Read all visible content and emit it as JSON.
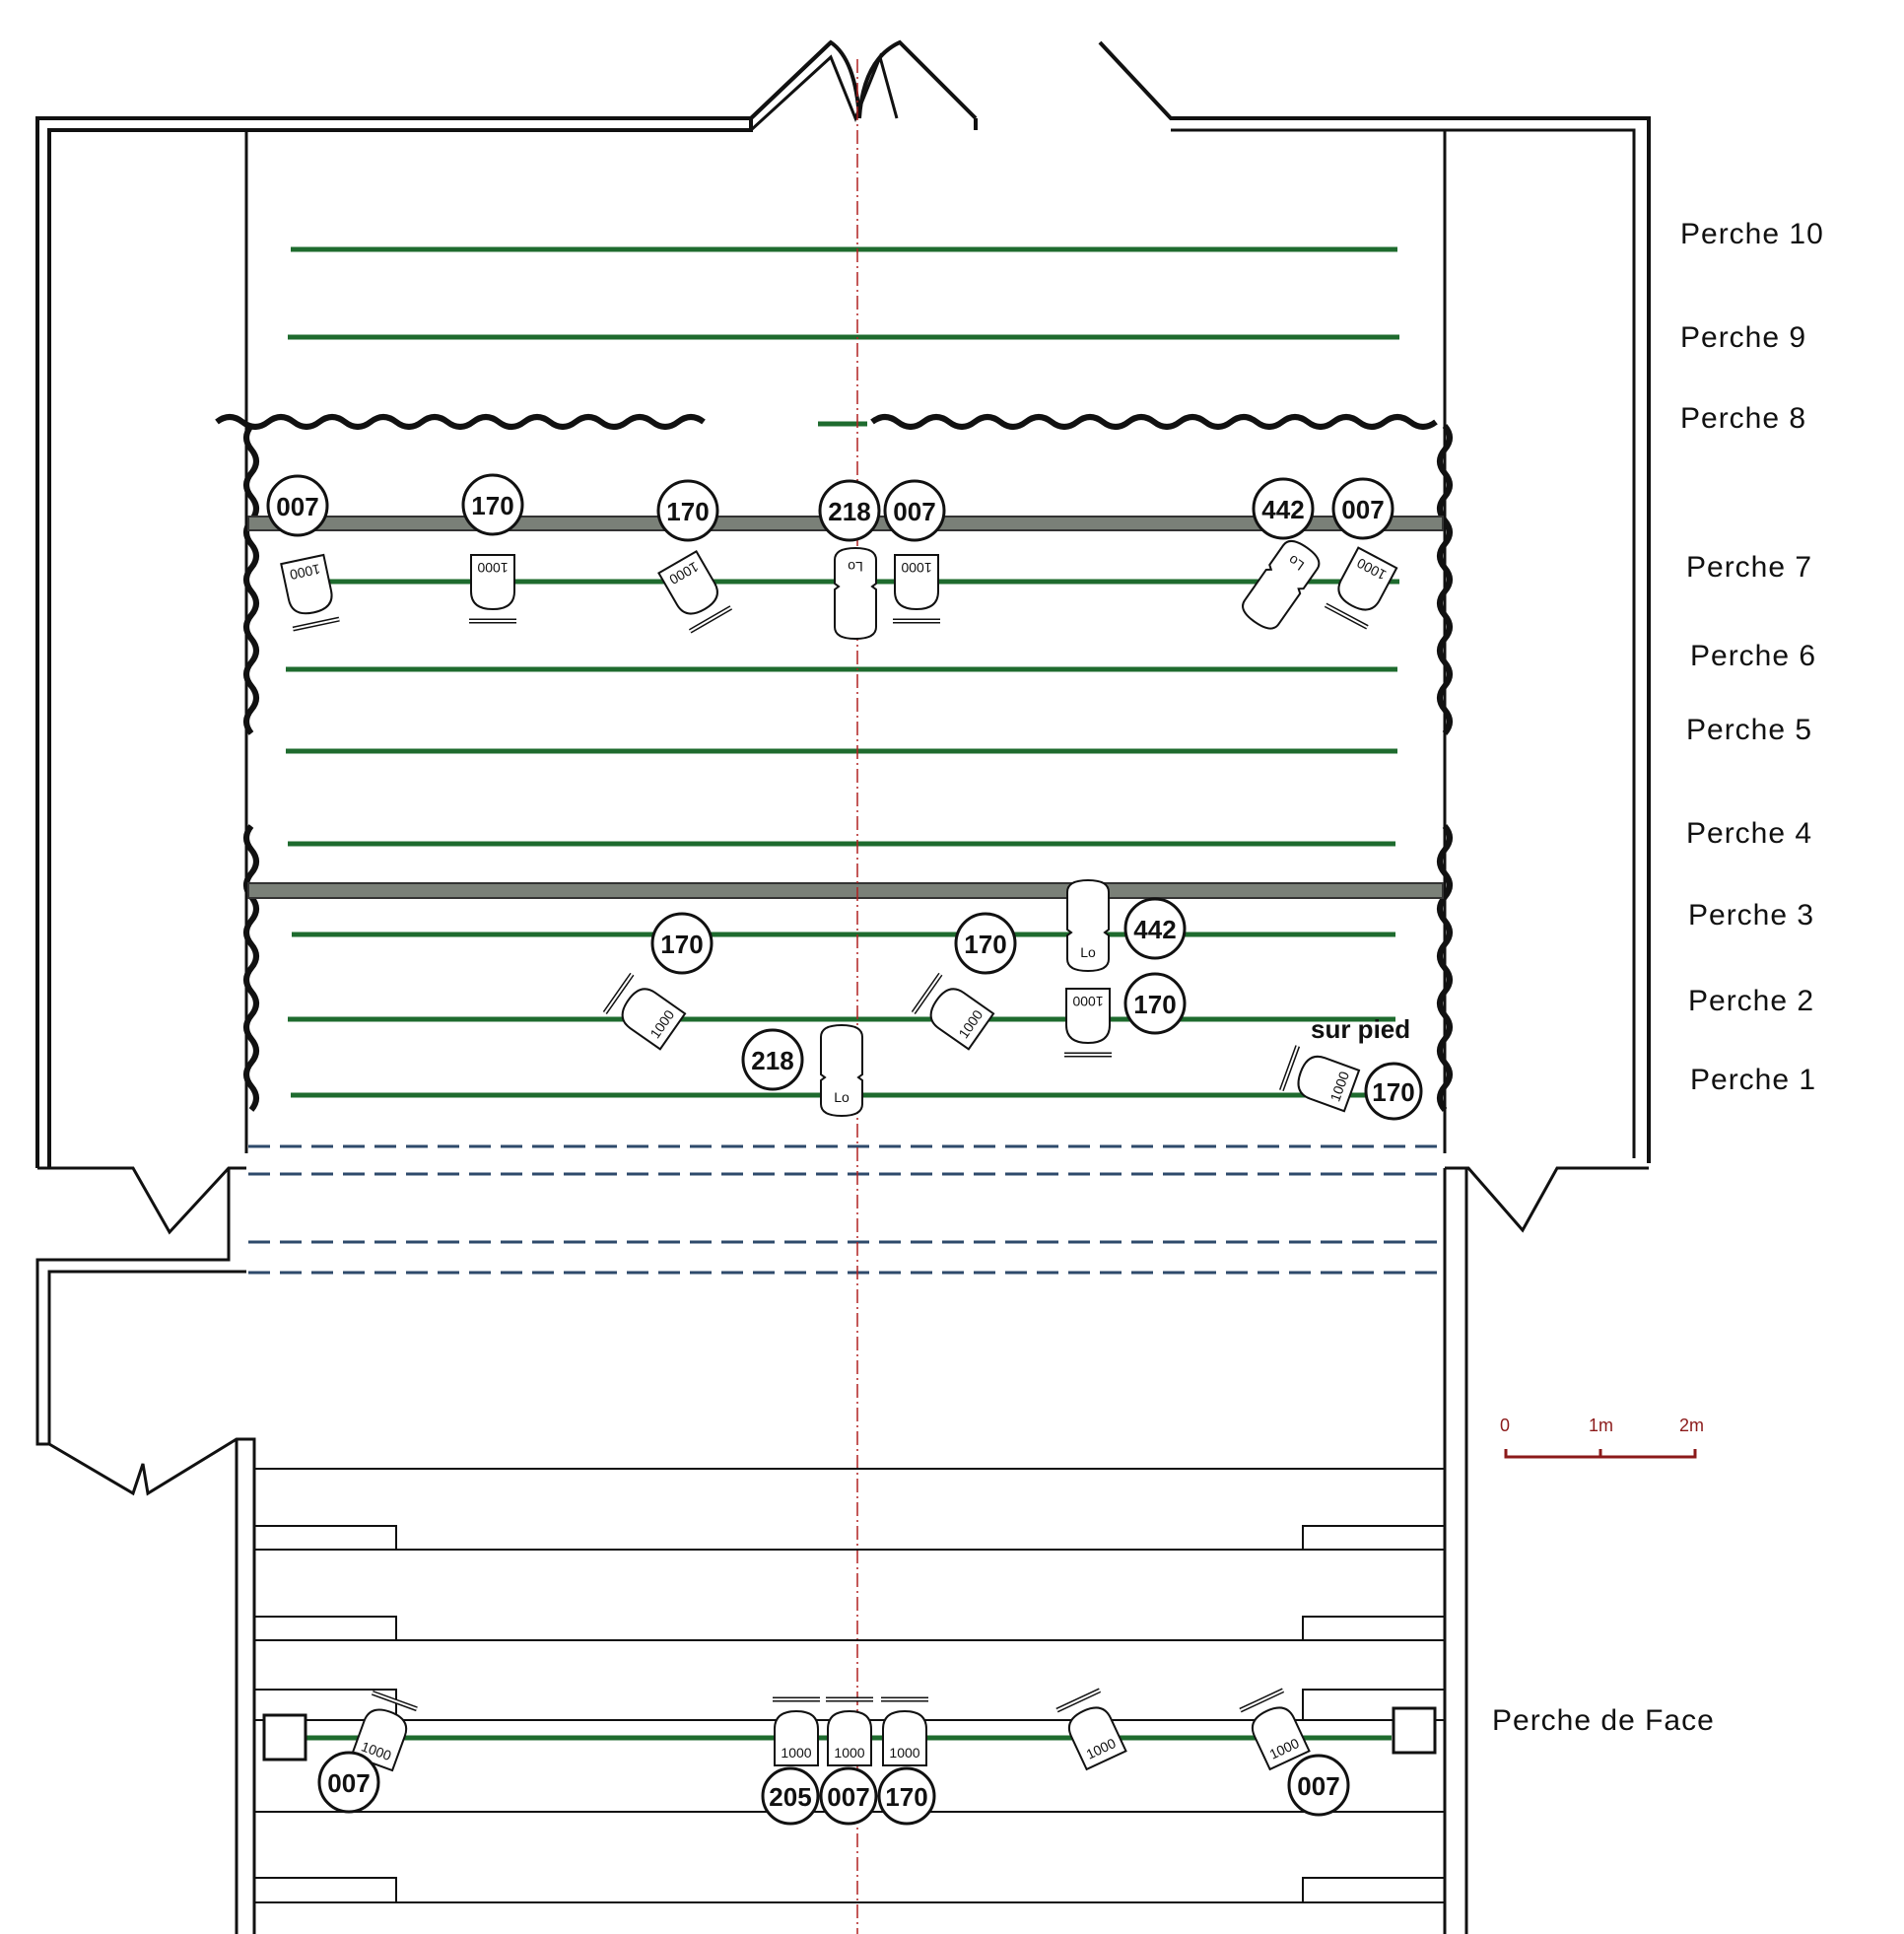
{
  "perches": [
    {
      "label": "Perche  10"
    },
    {
      "label": "Perche  9"
    },
    {
      "label": "Perche  8"
    },
    {
      "label": "Perche  7"
    },
    {
      "label": "Perche  6"
    },
    {
      "label": "Perche  5"
    },
    {
      "label": "Perche  4"
    },
    {
      "label": "Perche  3"
    },
    {
      "label": "Perche  2"
    },
    {
      "label": "Perche  1"
    },
    {
      "label": "Perche de Face"
    }
  ],
  "gels": {
    "p7": [
      "007",
      "170",
      "170",
      "218",
      "007",
      "442",
      "007"
    ],
    "mid": [
      "170",
      "170",
      "442",
      "170",
      "218",
      "170"
    ],
    "face": [
      "007",
      "205",
      "007",
      "170",
      "007"
    ]
  },
  "fixtures": {
    "power": "1000",
    "lo": "Lo"
  },
  "note": "sur pied",
  "scale": {
    "labels": [
      "0",
      "1m",
      "2m"
    ]
  },
  "colors": {
    "perche": "#1e6b2e",
    "structure": "#111111",
    "axis": "#b02020",
    "beam": "#7a8078",
    "dash": "#2e4a6b"
  }
}
